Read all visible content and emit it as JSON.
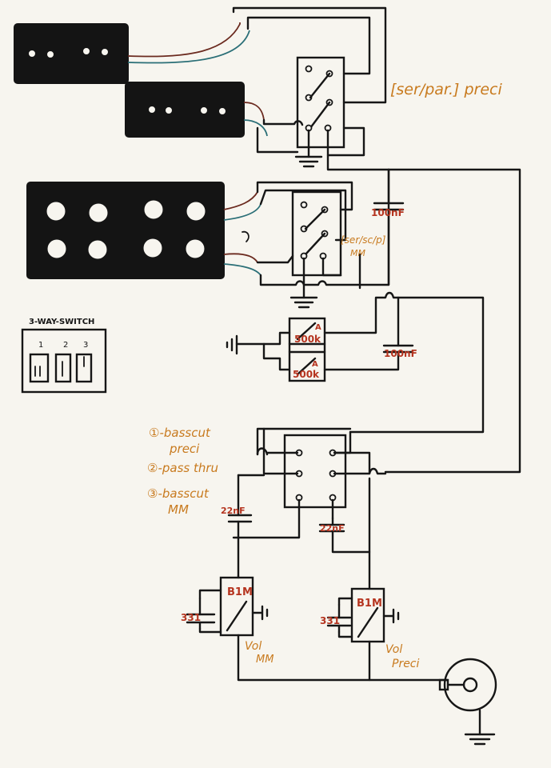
{
  "labels": {
    "ser_par_preci": "[ser/par.] preci",
    "ser_sc_p": "[ser/sc/p]",
    "mm": "MM",
    "cap_100nf_top": "100nF",
    "cap_100nf_mid": "100nF",
    "pot_500k_a": "500k",
    "pot_500k_b": "500k",
    "pot_a_marker_1": "A",
    "pot_a_marker_2": "A",
    "switch_title": "3-WAY-SWITCH",
    "switch_pos_1": "1",
    "switch_pos_2": "2",
    "switch_pos_3": "3",
    "legend_1a": "①-basscut",
    "legend_1b": "preci",
    "legend_2": "②-pass thru",
    "legend_3a": "③-basscut",
    "legend_3b": "MM",
    "cap_22nf_left": "22nF",
    "cap_22nf_right": "22nF",
    "pot_b1m_left": "B1M",
    "pot_b1m_right": "B1M",
    "res_331_left": "331",
    "res_331_right": "331",
    "vol_mm_a": "Vol",
    "vol_mm_b": "MM",
    "vol_preci_a": "Vol",
    "vol_preci_b": "Preci"
  },
  "colors": {
    "ink": "#161616",
    "label_orange": "#c87a1e",
    "label_red": "#b5341f",
    "wire_brown": "#6b2a1f",
    "wire_teal": "#2b6f77",
    "paper": "#f7f5ef"
  }
}
